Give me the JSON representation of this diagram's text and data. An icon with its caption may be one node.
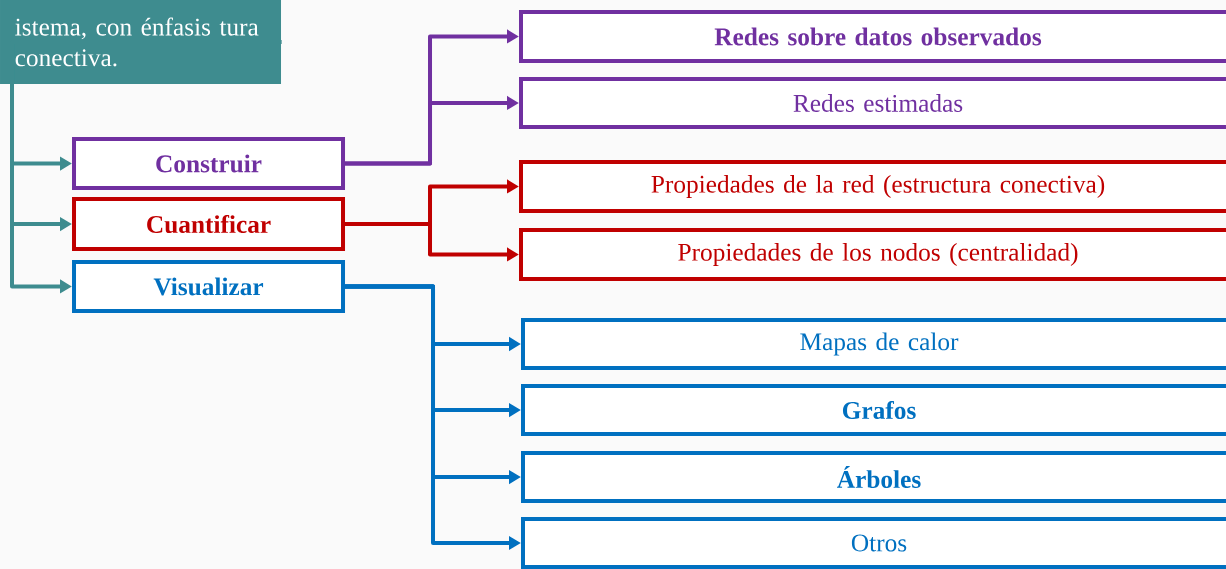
{
  "diagram": {
    "nodes": [
      {
        "text": [
          "istema, con énfasis tura conectiva."
        ]
      },
      {
        "text": [
          "Construir"
        ]
      },
      {
        "text": [
          "Cuantificar"
        ]
      },
      {
        "text": [
          "Visualizar"
        ]
      },
      {
        "text": [
          "Redes sobre datos observados"
        ]
      },
      {
        "text": [
          "Redes estimadas"
        ]
      },
      {
        "text": [
          "Propiedades de la red (estructura conectiva)"
        ]
      },
      {
        "text": [
          "Propiedades de los nodos (centralidad)"
        ]
      },
      {
        "text": [
          "Mapas de calor"
        ]
      },
      {
        "text": [
          "Grafos"
        ]
      },
      {
        "text": [
          "Árboles"
        ]
      },
      {
        "text": [
          "Otros"
        ]
      }
    ],
    "edges": [
      {
        "from": 0,
        "to": 1,
        "arrow": "to",
        "color": "#3e8c8f"
      },
      {
        "from": 0,
        "to": 2,
        "arrow": "to",
        "color": "#3e8c8f"
      },
      {
        "from": 0,
        "to": 3,
        "arrow": "to",
        "color": "#3e8c8f"
      },
      {
        "from": 1,
        "to": 4,
        "arrow": "to",
        "color": "#7030a0"
      },
      {
        "from": 1,
        "to": 5,
        "arrow": "to",
        "color": "#7030a0"
      },
      {
        "from": 2,
        "to": 6,
        "arrow": "to",
        "color": "#c00000"
      },
      {
        "from": 2,
        "to": 7,
        "arrow": "to",
        "color": "#c00000"
      },
      {
        "from": 3,
        "to": 8,
        "arrow": "to"
      },
      {
        "from": 3,
        "to": 9,
        "arrow": "to"
      },
      {
        "from": 3,
        "to": 10,
        "arrow": "to"
      },
      {
        "from": 3,
        "to": 11,
        "arrow": "to"
      }
    ]
  }
}
